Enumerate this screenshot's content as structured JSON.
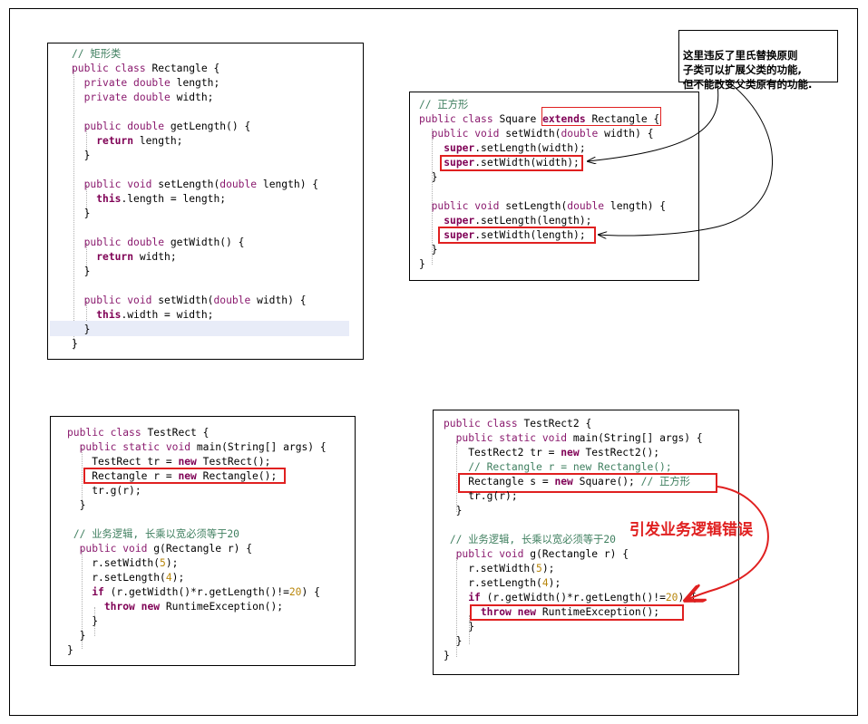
{
  "panels": {
    "rectangle": {
      "lines": [
        "// 矩形类",
        "public class Rectangle {",
        "  private double length;",
        "  private double width;",
        "",
        "  public double getLength() {",
        "    return length;",
        "  }",
        "",
        "  public void setLength(double length) {",
        "    this.length = length;",
        "  }",
        "",
        "  public double getWidth() {",
        "    return width;",
        "  }",
        "",
        "  public void setWidth(double width) {",
        "    this.width = width;",
        "  }",
        "}"
      ]
    },
    "square": {
      "lines": [
        "// 正方形",
        "public class Square extends Rectangle {",
        "  public void setWidth(double width) {",
        "    super.setLength(width);",
        "    super.setWidth(width);",
        "  }",
        "",
        "  public void setLength(double length) {",
        "    super.setLength(length);",
        "    super.setWidth(length);",
        "  }",
        "}"
      ]
    },
    "testrect": {
      "lines": [
        "public class TestRect {",
        "  public static void main(String[] args) {",
        "    TestRect tr = new TestRect();",
        "    Rectangle r = new Rectangle();",
        "    tr.g(r);",
        "  }",
        "",
        " // 业务逻辑, 长乘以宽必须等于20",
        "  public void g(Rectangle r) {",
        "    r.setWidth(5);",
        "    r.setLength(4);",
        "    if (r.getWidth()*r.getLength()!=20) {",
        "      throw new RuntimeException();",
        "    }",
        "  }",
        "}"
      ]
    },
    "testrect2": {
      "lines": [
        "public class TestRect2 {",
        "  public static void main(String[] args) {",
        "    TestRect2 tr = new TestRect2();",
        "    // Rectangle r = new Rectangle();",
        "    Rectangle s = new Square(); // 正方形",
        "    tr.g(r);",
        "  }",
        "",
        " // 业务逻辑, 长乘以宽必须等于20",
        "  public void g(Rectangle r) {",
        "    r.setWidth(5);",
        "    r.setLength(4);",
        "    if (r.getWidth()*r.getLength()!=20) {",
        "      throw new RuntimeException();",
        "    }",
        "  }",
        "}"
      ]
    }
  },
  "note": {
    "line1": "这里违反了里氏替换原则",
    "line2": "子类可以扩展父类的功能,",
    "line3": "但不能改变父类原有的功能."
  },
  "callout": "引发业务逻辑错误",
  "colors": {
    "keyword": "#7f0055",
    "comment": "#3f7f5f",
    "number": "#b8860b",
    "highlight": "#e02020"
  }
}
